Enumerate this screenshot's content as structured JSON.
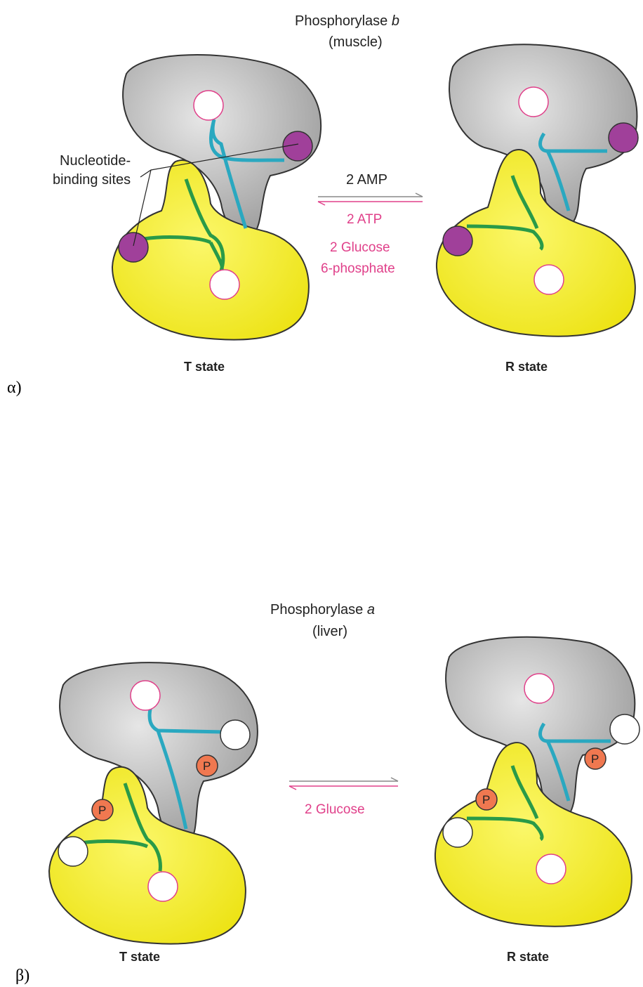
{
  "panel_a": {
    "panel_label": "α)",
    "title_line1": "Phosphorylase",
    "title_italic": "b",
    "title_line2": "(muscle)",
    "annotation_line1": "Nucleotide-",
    "annotation_line2": "binding sites",
    "forward_label": "2 AMP",
    "reverse_labels": [
      "2 ATP",
      "2 Glucose",
      "6-phosphate"
    ],
    "left_state": "T state",
    "right_state": "R state"
  },
  "panel_b": {
    "panel_label": "β)",
    "title_line1": "Phosphorylase",
    "title_italic": "a",
    "title_line2": "(liver)",
    "reverse_labels": [
      "2 Glucose"
    ],
    "left_state": "T state",
    "right_state": "R state",
    "phosphate_label": "P"
  },
  "colors": {
    "gray_subunit": "#b4b4b4",
    "yellow_subunit": "#f5f01e",
    "nucleotide_site": "#a0409a",
    "phosphate": "#f07850",
    "blue_chain": "#2aa8c0",
    "green_chain": "#2a9a48",
    "pink_text": "#e0408a"
  }
}
